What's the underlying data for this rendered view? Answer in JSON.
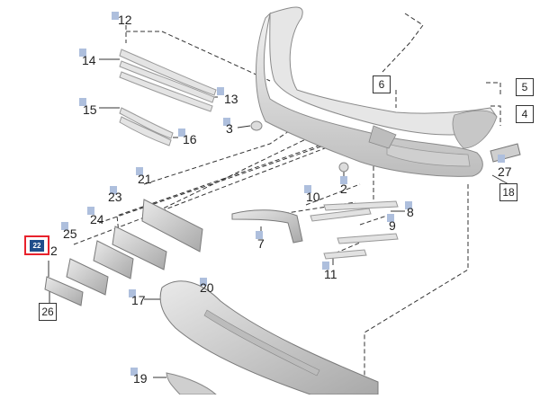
{
  "callouts": [
    {
      "id": "p1",
      "text": "12"
    },
    {
      "id": "p2",
      "text": "14"
    },
    {
      "id": "p3",
      "text": "13"
    },
    {
      "id": "p4",
      "text": "15"
    },
    {
      "id": "p5",
      "text": "16"
    },
    {
      "id": "p6",
      "text": "3"
    },
    {
      "id": "p7",
      "text": "6"
    },
    {
      "id": "p8",
      "text": "5"
    },
    {
      "id": "p9",
      "text": "4"
    },
    {
      "id": "p10",
      "text": "27"
    },
    {
      "id": "p11",
      "text": "18"
    },
    {
      "id": "p12",
      "text": "2"
    },
    {
      "id": "p13",
      "text": "21"
    },
    {
      "id": "p14",
      "text": "23"
    },
    {
      "id": "p15",
      "text": "24"
    },
    {
      "id": "p16",
      "text": "25"
    },
    {
      "id": "p17",
      "text": "2"
    },
    {
      "id": "p18",
      "text": "26"
    },
    {
      "id": "p19",
      "text": "10"
    },
    {
      "id": "p20",
      "text": "8"
    },
    {
      "id": "p21",
      "text": "9"
    },
    {
      "id": "p22",
      "text": "7"
    },
    {
      "id": "p23",
      "text": "11"
    },
    {
      "id": "p24",
      "text": "17"
    },
    {
      "id": "p25",
      "text": "20"
    },
    {
      "id": "p26",
      "text": "19"
    }
  ],
  "selected": {
    "text": "22"
  },
  "colors": {
    "part_fill": "#d8d8d8",
    "part_stroke": "#8a8a8a",
    "leader": "#333333",
    "marker": "#aebfdd",
    "selection": "#e8222c",
    "badge": "#1f4d8a"
  }
}
